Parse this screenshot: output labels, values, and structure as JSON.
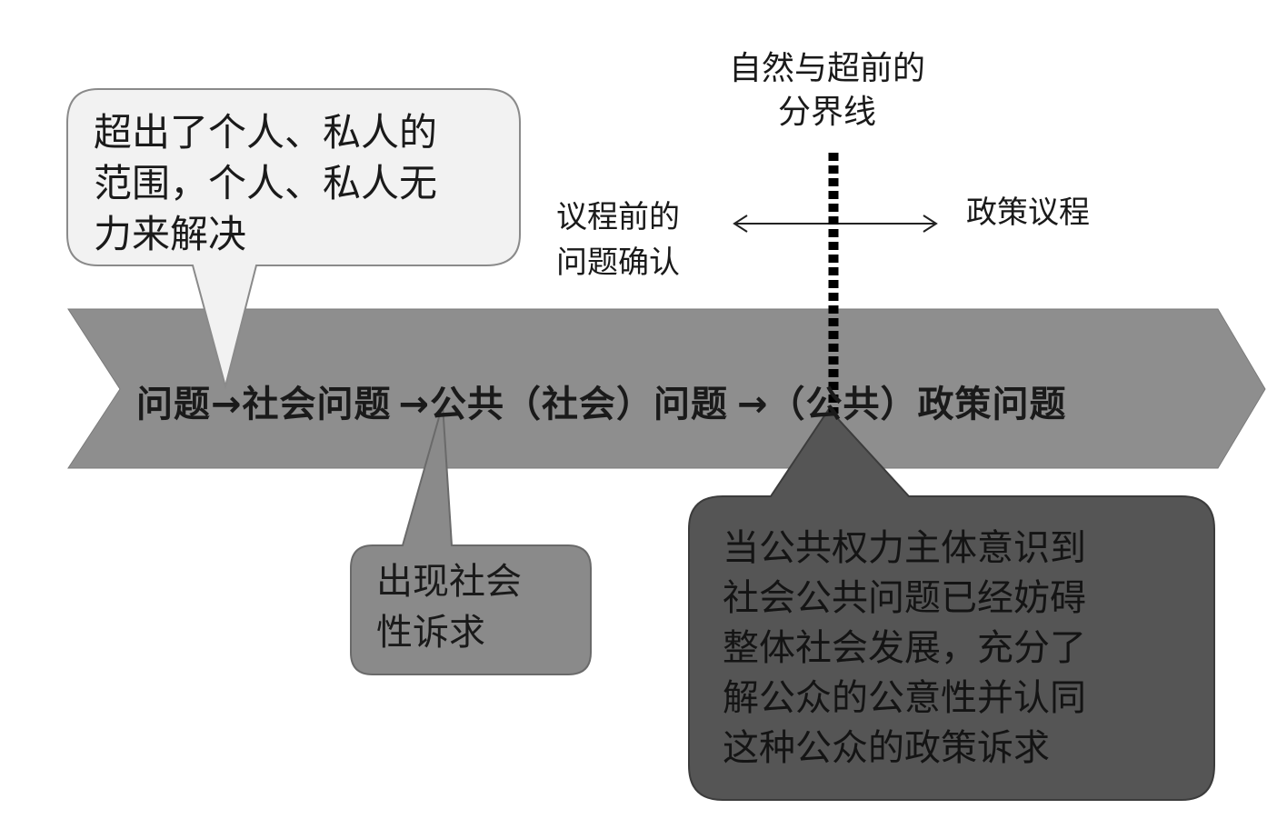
{
  "boundary": {
    "line1": "自然与超前的",
    "line2": "分界线"
  },
  "pre_agenda": {
    "line1": "议程前的",
    "line2": "问题确认"
  },
  "policy_agenda": "政策议程",
  "process": {
    "step1": "问题",
    "step2": "社会问题",
    "step3": "公共（社会）问题",
    "step4": "（公共）政策问题",
    "arrow": "→"
  },
  "callout_top": {
    "line1": "超出了个人、私人的",
    "line2": "范围，个人、私人无",
    "line3": "力来解决"
  },
  "callout_social_demand": {
    "line1": "出现社会",
    "line2": "性诉求"
  },
  "callout_public_power": {
    "line1": "当公共权力主体意识到",
    "line2": "社会公共问题已经妨碍",
    "line3": "整体社会发展，充分了",
    "line4": "解公众的公意性并认同",
    "line5": "这种公众的政策诉求"
  },
  "colors": {
    "band": "#8e8e8e",
    "callout_light": "#f2f2f2",
    "callout_mid": "#8a8a8a",
    "callout_dark": "#555555",
    "divider": "#000000"
  }
}
